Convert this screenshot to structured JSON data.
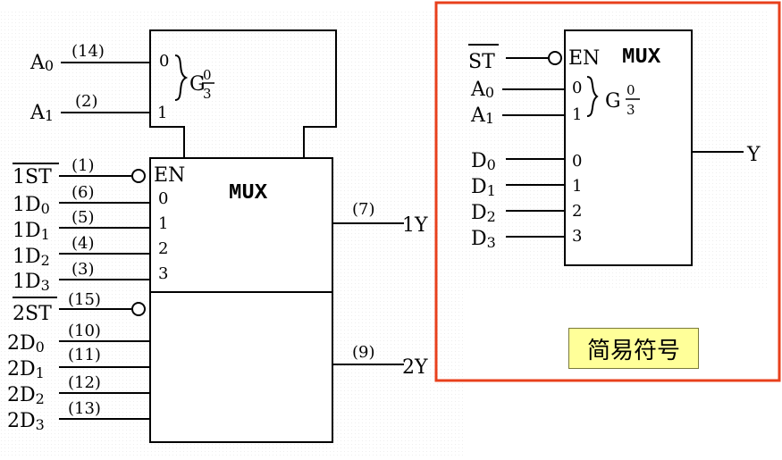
{
  "full_symbol": {
    "pins": {
      "A0": "(14)",
      "A1": "(2)",
      "1ST": "(1)",
      "1D0": "(6)",
      "1D1": "(5)",
      "1D2": "(4)",
      "1D3": "(3)",
      "2ST": "(15)",
      "2D0": "(10)",
      "2D1": "(11)",
      "2D2": "(12)",
      "2D3": "(13)",
      "1Y": "(7)",
      "2Y": "(9)"
    },
    "select_inputs": {
      "s0": "0",
      "s1": "1"
    },
    "group": {
      "g": "G",
      "num": "0",
      "den": "3"
    },
    "enable": "EN",
    "title": "MUX",
    "data_inputs": [
      "0",
      "1",
      "2",
      "3"
    ]
  },
  "simple_symbol": {
    "title": "MUX",
    "enable": "EN",
    "select_inputs": {
      "s0": "0",
      "s1": "1"
    },
    "group": {
      "g": "G",
      "num": "0",
      "den": "3"
    },
    "data_inputs": [
      "0",
      "1",
      "2",
      "3"
    ],
    "output": "Y"
  },
  "caption": "简易符号",
  "colors": {
    "frame": "#e8401c",
    "caption_bg": "#ffff99",
    "ink": "#000000"
  }
}
